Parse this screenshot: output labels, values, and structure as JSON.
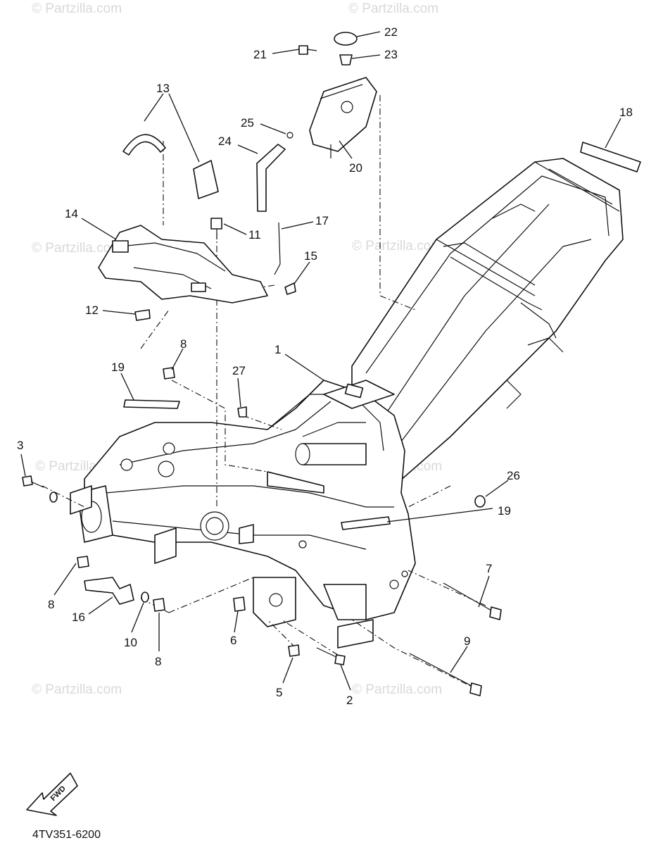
{
  "watermark": "© Partzilla.com",
  "diagram_code": "4TV351-6200",
  "fwd_label": "FWD",
  "callouts": {
    "c1": "1",
    "c2": "2",
    "c3": "3",
    "c5": "5",
    "c6": "6",
    "c7": "7",
    "c8a": "8",
    "c8b": "8",
    "c8c": "8",
    "c9": "9",
    "c10": "10",
    "c11": "11",
    "c12": "12",
    "c13": "13",
    "c14": "14",
    "c15": "15",
    "c16": "16",
    "c17": "17",
    "c18": "18",
    "c19a": "19",
    "c19b": "19",
    "c20": "20",
    "c21": "21",
    "c22": "22",
    "c23": "23",
    "c24": "24",
    "c25": "25",
    "c26": "26",
    "c27": "27"
  }
}
